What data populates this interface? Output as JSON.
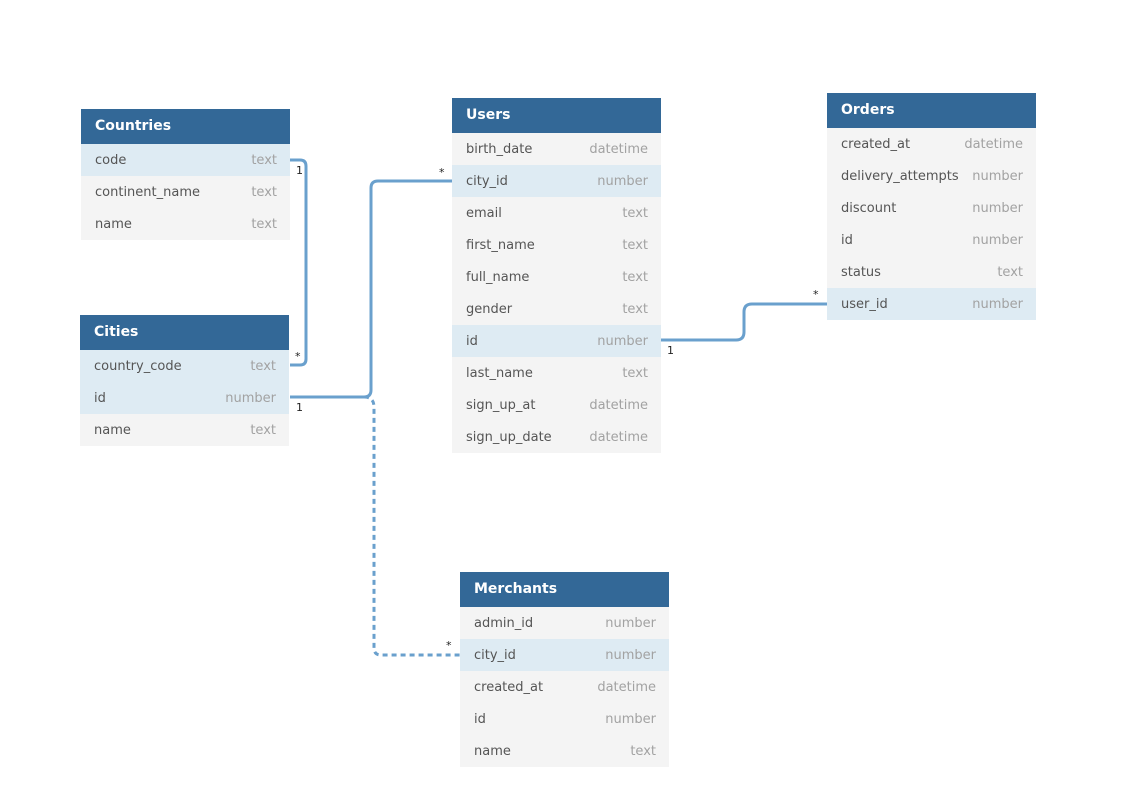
{
  "tables": [
    {
      "id": "countries",
      "name": "Countries",
      "columns": [
        {
          "name": "code",
          "type": "text",
          "highlight": true
        },
        {
          "name": "continent_name",
          "type": "text",
          "highlight": false
        },
        {
          "name": "name",
          "type": "text",
          "highlight": false
        }
      ]
    },
    {
      "id": "cities",
      "name": "Cities",
      "columns": [
        {
          "name": "country_code",
          "type": "text",
          "highlight": true
        },
        {
          "name": "id",
          "type": "number",
          "highlight": true
        },
        {
          "name": "name",
          "type": "text",
          "highlight": false
        }
      ]
    },
    {
      "id": "users",
      "name": "Users",
      "columns": [
        {
          "name": "birth_date",
          "type": "datetime",
          "highlight": false
        },
        {
          "name": "city_id",
          "type": "number",
          "highlight": true
        },
        {
          "name": "email",
          "type": "text",
          "highlight": false
        },
        {
          "name": "first_name",
          "type": "text",
          "highlight": false
        },
        {
          "name": "full_name",
          "type": "text",
          "highlight": false
        },
        {
          "name": "gender",
          "type": "text",
          "highlight": false
        },
        {
          "name": "id",
          "type": "number",
          "highlight": true
        },
        {
          "name": "last_name",
          "type": "text",
          "highlight": false
        },
        {
          "name": "sign_up_at",
          "type": "datetime",
          "highlight": false
        },
        {
          "name": "sign_up_date",
          "type": "datetime",
          "highlight": false
        }
      ]
    },
    {
      "id": "orders",
      "name": "Orders",
      "columns": [
        {
          "name": "created_at",
          "type": "datetime",
          "highlight": false
        },
        {
          "name": "delivery_attempts",
          "type": "number",
          "highlight": false
        },
        {
          "name": "discount",
          "type": "number",
          "highlight": false
        },
        {
          "name": "id",
          "type": "number",
          "highlight": false
        },
        {
          "name": "status",
          "type": "text",
          "highlight": false
        },
        {
          "name": "user_id",
          "type": "number",
          "highlight": true
        }
      ]
    },
    {
      "id": "merchants",
      "name": "Merchants",
      "columns": [
        {
          "name": "admin_id",
          "type": "number",
          "highlight": false
        },
        {
          "name": "city_id",
          "type": "number",
          "highlight": true
        },
        {
          "name": "created_at",
          "type": "datetime",
          "highlight": false
        },
        {
          "name": "id",
          "type": "number",
          "highlight": false
        },
        {
          "name": "name",
          "type": "text",
          "highlight": false
        }
      ]
    }
  ],
  "relations": [
    {
      "id": "cities-countries",
      "from_table": "cities",
      "from_column": "country_code",
      "from_card": "*",
      "to_table": "countries",
      "to_column": "code",
      "to_card": "1",
      "style": "solid"
    },
    {
      "id": "users-cities",
      "from_table": "users",
      "from_column": "city_id",
      "from_card": "*",
      "to_table": "cities",
      "to_column": "id",
      "to_card": "1",
      "style": "solid"
    },
    {
      "id": "orders-users",
      "from_table": "orders",
      "from_column": "user_id",
      "from_card": "*",
      "to_table": "users",
      "to_column": "id",
      "to_card": "1",
      "style": "solid"
    },
    {
      "id": "merchants-cities",
      "from_table": "merchants",
      "from_column": "city_id",
      "from_card": "*",
      "to_table": "cities",
      "to_column": "id",
      "to_card": "1",
      "style": "dashed"
    }
  ],
  "colors": {
    "header": "#336897",
    "link": "#6aa0cd",
    "row_bg": "#f4f4f4",
    "row_highlight": "#deebf3"
  }
}
